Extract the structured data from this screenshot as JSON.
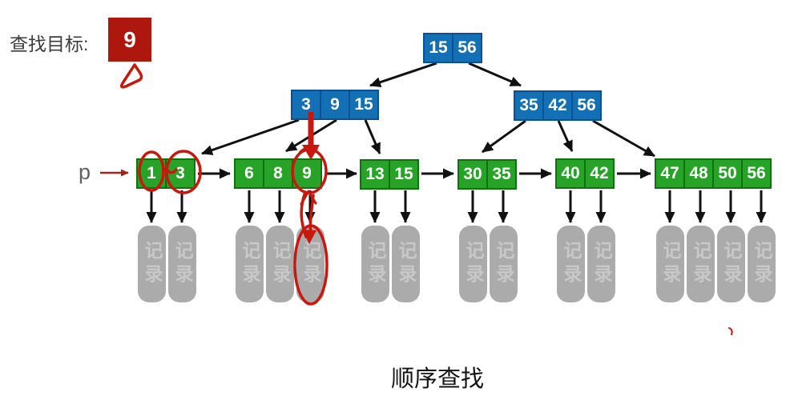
{
  "target": {
    "label": "查找目标:",
    "value": "9"
  },
  "pointer_label": "p",
  "record_label": "记录",
  "caption": "顺序查找",
  "tree": {
    "root": {
      "cells": [
        "15",
        "56"
      ]
    },
    "internal_left": {
      "cells": [
        "3",
        "9",
        "15"
      ]
    },
    "internal_right": {
      "cells": [
        "35",
        "42",
        "56"
      ]
    },
    "leaves": [
      {
        "cells": [
          "1",
          "3"
        ]
      },
      {
        "cells": [
          "6",
          "8",
          "9"
        ]
      },
      {
        "cells": [
          "13",
          "15"
        ]
      },
      {
        "cells": [
          "30",
          "35"
        ]
      },
      {
        "cells": [
          "40",
          "42"
        ]
      },
      {
        "cells": [
          "47",
          "48",
          "50",
          "56"
        ]
      }
    ]
  },
  "colors": {
    "internal_fill": "#1470b4",
    "internal_border": "#0b4f95",
    "leaf_fill": "#27a327",
    "leaf_border": "#10710f",
    "record_fill": "#ababab",
    "record_text": "#c8c8c8",
    "target_fill": "#ae170e",
    "annotation_red": "#c8170d",
    "edge_black": "#111111"
  }
}
